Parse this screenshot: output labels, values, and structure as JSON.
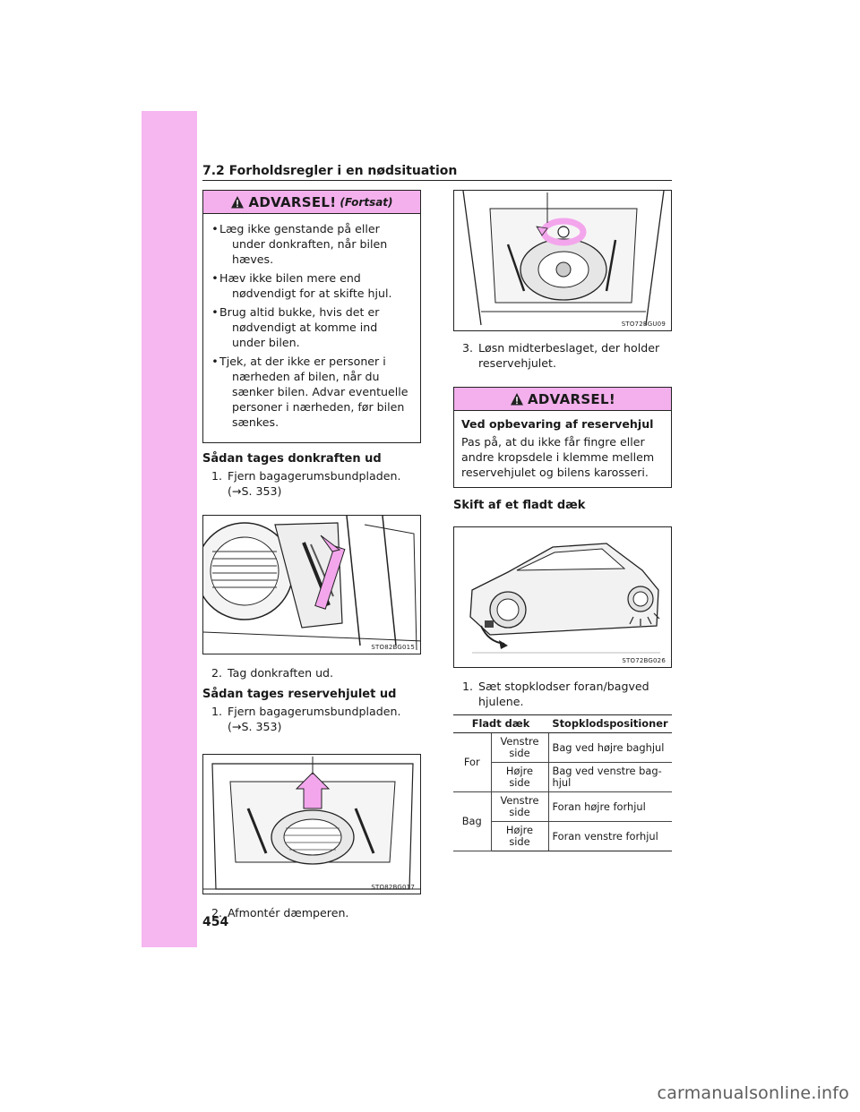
{
  "header": {
    "section": "7.2 Forholdsregler i en nødsituation"
  },
  "page_number": "454",
  "warning1": {
    "title": "ADVARSEL!",
    "subtitle": "(Fortsat)",
    "bullets": [
      "Læg ikke genstande på eller under donkraften, når bilen hæves.",
      "Hæv ikke bilen mere end nødvendigt for at skifte hjul.",
      "Brug altid bukke, hvis det er nødvendigt at komme ind under bilen.",
      "Tjek, at der ikke er personer i nærheden af bilen, når du sænker bilen. Advar eventuelle personer i nærheden, før bilen sænkes."
    ]
  },
  "section_jack": {
    "title": "Sådan tages donkraften ud",
    "step1": "Fjern bagagerumsbundpladen. (→S. 353)",
    "step1_num": "1.",
    "fig_code": "STO82BG015",
    "step2": "Tag donkraften ud.",
    "step2_num": "2."
  },
  "section_spare": {
    "title": "Sådan tages reservehjulet ud",
    "step1": "Fjern bagagerumsbundpladen. (→S. 353)",
    "step1_num": "1.",
    "fig_code": "STO82BG017",
    "step2": "Afmontér dæmperen.",
    "step2_num": "2."
  },
  "right_fig1_code": "STO72BGU09",
  "step3": {
    "num": "3.",
    "text": "Løsn midterbeslaget, der holder reservehjulet."
  },
  "warning2": {
    "title": "ADVARSEL!",
    "subtitle": "Ved opbevaring af reservehjul",
    "text": "Pas på, at du ikke får fingre eller andre kropsdele i klemme mellem reservehjulet og bilens karosseri."
  },
  "section_flat": {
    "title": "Skift af et fladt dæk",
    "fig_code": "STO72BG026",
    "step1_num": "1.",
    "step1": "Sæt stopklodser foran/bagved hjulene."
  },
  "table": {
    "headers": [
      "Fladt dæk",
      "Stopklodspositioner"
    ],
    "groups": [
      {
        "label": "For",
        "rows": [
          {
            "side": "Venstre side",
            "position": "Bag ved højre baghjul"
          },
          {
            "side": "Højre side",
            "position": "Bag ved venstre bag-hjul"
          }
        ]
      },
      {
        "label": "Bag",
        "rows": [
          {
            "side": "Venstre side",
            "position": "Foran højre forhjul"
          },
          {
            "side": "Højre side",
            "position": "Foran venstre forhjul"
          }
        ]
      }
    ]
  },
  "watermark": "carmanualsonline.info",
  "colors": {
    "band": "#f6b6f0",
    "warning_header": "#f3b0ec",
    "arrow": "#e98fe0"
  }
}
